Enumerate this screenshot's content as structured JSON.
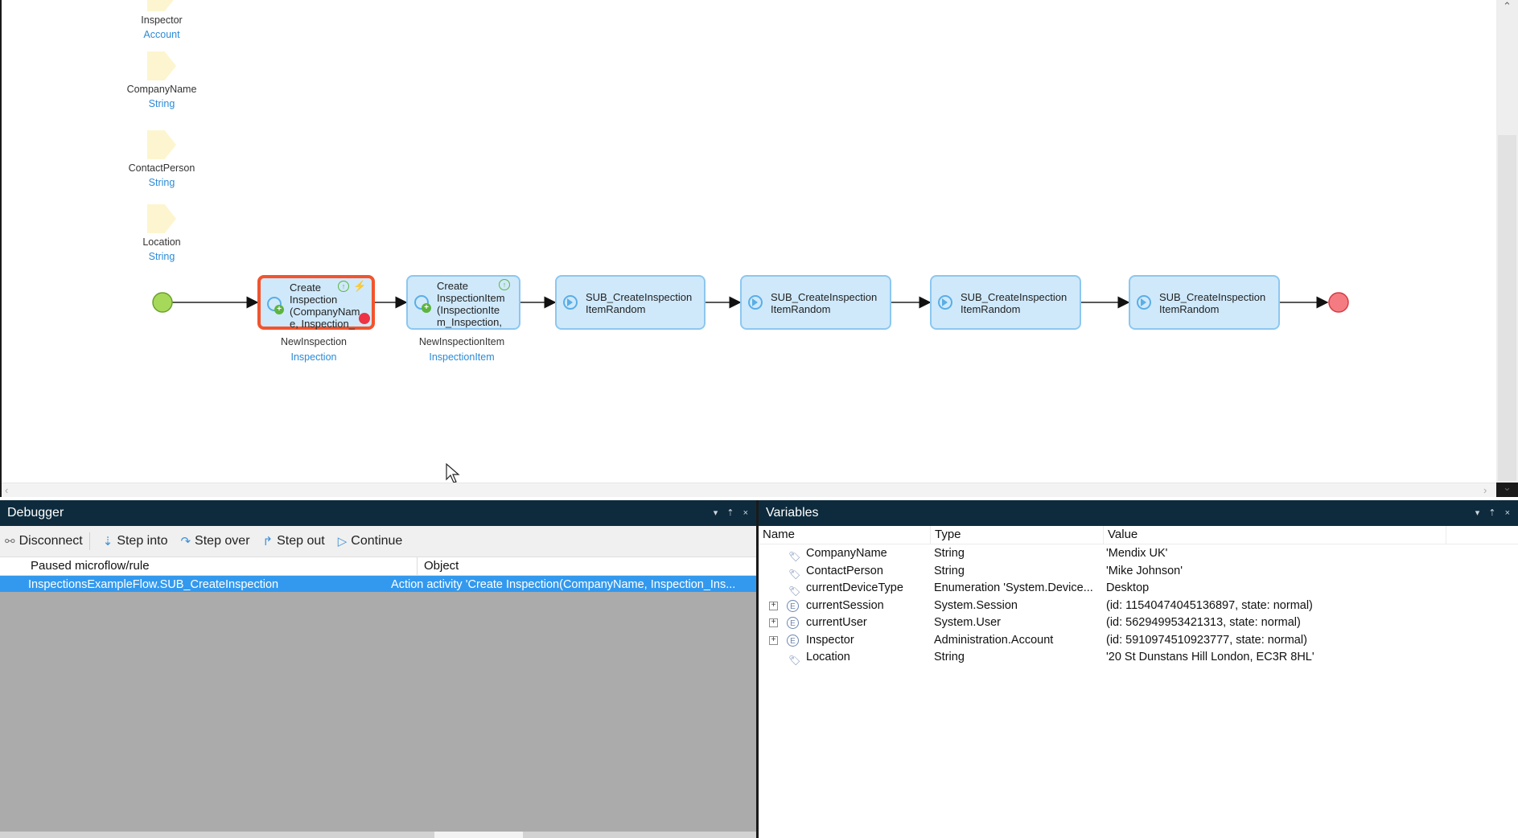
{
  "flow": {
    "parameters": [
      {
        "name": "Inspector",
        "type": "Account"
      },
      {
        "name": "CompanyName",
        "type": "String"
      },
      {
        "name": "ContactPerson",
        "type": "String"
      },
      {
        "name": "Location",
        "type": "String"
      }
    ],
    "activities": [
      {
        "label_lines": [
          "Create",
          "Inspection",
          "(CompanyNam",
          "e, Inspection_"
        ],
        "output_name": "NewInspection",
        "output_type": "Inspection"
      },
      {
        "label_lines": [
          "Create",
          "InspectionItem",
          "(InspectionIte",
          "m_Inspection,"
        ],
        "output_name": "NewInspectionItem",
        "output_type": "InspectionItem"
      },
      {
        "label_lines": [
          "SUB_CreateInspection",
          "ItemRandom"
        ]
      },
      {
        "label_lines": [
          "SUB_CreateInspection",
          "ItemRandom"
        ]
      },
      {
        "label_lines": [
          "SUB_CreateInspection",
          "ItemRandom"
        ]
      },
      {
        "label_lines": [
          "SUB_CreateInspection",
          "ItemRandom"
        ]
      }
    ]
  },
  "debugger": {
    "title": "Debugger",
    "window_controls": "▾ ⇡ ×",
    "toolbar": {
      "disconnect": "Disconnect",
      "step_into": "Step into",
      "step_over": "Step over",
      "step_out": "Step out",
      "continue": "Continue"
    },
    "columns": {
      "paused": "Paused microflow/rule",
      "object": "Object"
    },
    "rows": [
      {
        "paused": "InspectionsExampleFlow.SUB_CreateInspection",
        "object": "Action activity 'Create Inspection(CompanyName, Inspection_Ins..."
      }
    ]
  },
  "variables": {
    "title": "Variables",
    "window_controls": "▾ ⇡ ×",
    "columns": {
      "name": "Name",
      "type": "Type",
      "value": "Value"
    },
    "rows": [
      {
        "name": "CompanyName",
        "type": "String",
        "value": "'Mendix UK'",
        "icon": "tag",
        "expandable": false
      },
      {
        "name": "ContactPerson",
        "type": "String",
        "value": "'Mike Johnson'",
        "icon": "tag",
        "expandable": false
      },
      {
        "name": "currentDeviceType",
        "type": "Enumeration 'System.Device...",
        "value": "Desktop",
        "icon": "tag",
        "expandable": false
      },
      {
        "name": "currentSession",
        "type": "System.Session",
        "value": "(id: 11540474045136897, state: normal)",
        "icon": "entity",
        "expandable": true
      },
      {
        "name": "currentUser",
        "type": "System.User",
        "value": "(id: 562949953421313, state: normal)",
        "icon": "entity",
        "expandable": true
      },
      {
        "name": "Inspector",
        "type": "Administration.Account",
        "value": "(id: 5910974510923777, state: normal)",
        "icon": "entity",
        "expandable": true
      },
      {
        "name": "Location",
        "type": "String",
        "value": "'20 St Dunstans Hill London, EC3R 8HL'",
        "icon": "tag",
        "expandable": false
      }
    ]
  }
}
